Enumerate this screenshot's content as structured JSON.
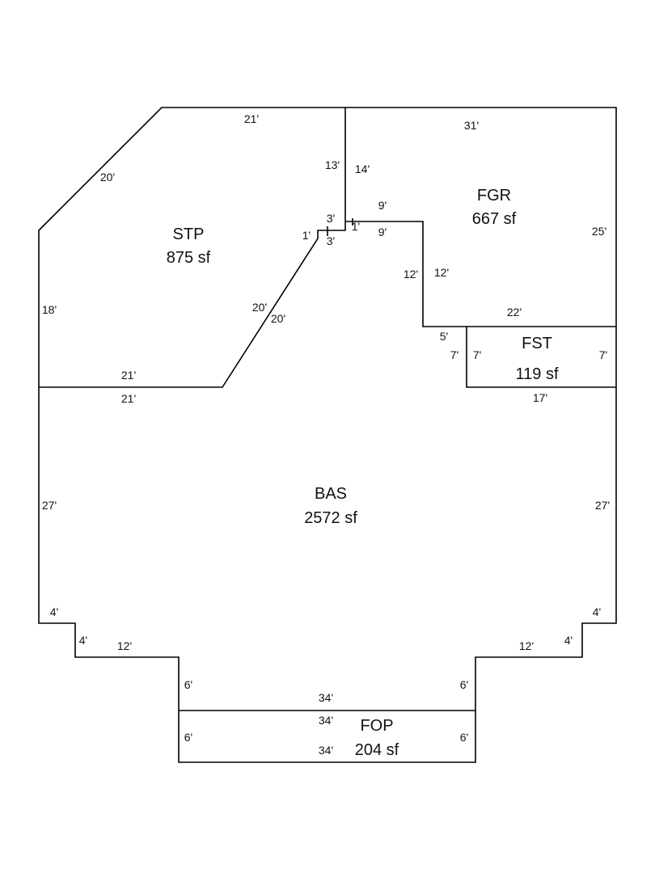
{
  "areas": {
    "stp": {
      "name": "STP",
      "size": "875 sf"
    },
    "fgr": {
      "name": "FGR",
      "size": "667 sf"
    },
    "fst": {
      "name": "FST",
      "size": "119 sf"
    },
    "bas": {
      "name": "BAS",
      "size": "2572 sf"
    },
    "fop": {
      "name": "FOP",
      "size": "204 sf"
    }
  },
  "dims": {
    "stp_top": "21'",
    "stp_diag": "20'",
    "stp_left": "18'",
    "stp_right": "13'",
    "stp_step_top": "3'",
    "stp_step_side": "1'",
    "stp_step_bottom": "3'",
    "stp_inner_diag": "20'",
    "stp_bottom": "21'",
    "fgr_top": "31'",
    "fgr_left": "14'",
    "fgr_step": "1'",
    "fgr_inner_top": "9'",
    "fgr_inner_top_b": "9'",
    "fgr_inner_left_a": "12'",
    "fgr_inner_left_b": "12'",
    "fgr_right": "25'",
    "fgr_bottom": "22'",
    "fst_notch": "5'",
    "fst_left_outer": "7'",
    "fst_left": "7'",
    "fst_right": "7'",
    "fst_bottom": "17'",
    "bas_top": "21'",
    "bas_diag": "20'",
    "bas_left": "27'",
    "bas_right": "27'",
    "bas_left_step": "4'",
    "bas_left_step2": "4'",
    "bas_left_run": "12'",
    "bas_left_drop": "6'",
    "bas_right_step": "4'",
    "bas_right_step2": "4'",
    "bas_right_run": "12'",
    "bas_right_drop": "6'",
    "bas_bottom": "34'",
    "fop_top": "34'",
    "fop_left": "6'",
    "fop_right": "6'",
    "fop_bottom": "34'"
  }
}
